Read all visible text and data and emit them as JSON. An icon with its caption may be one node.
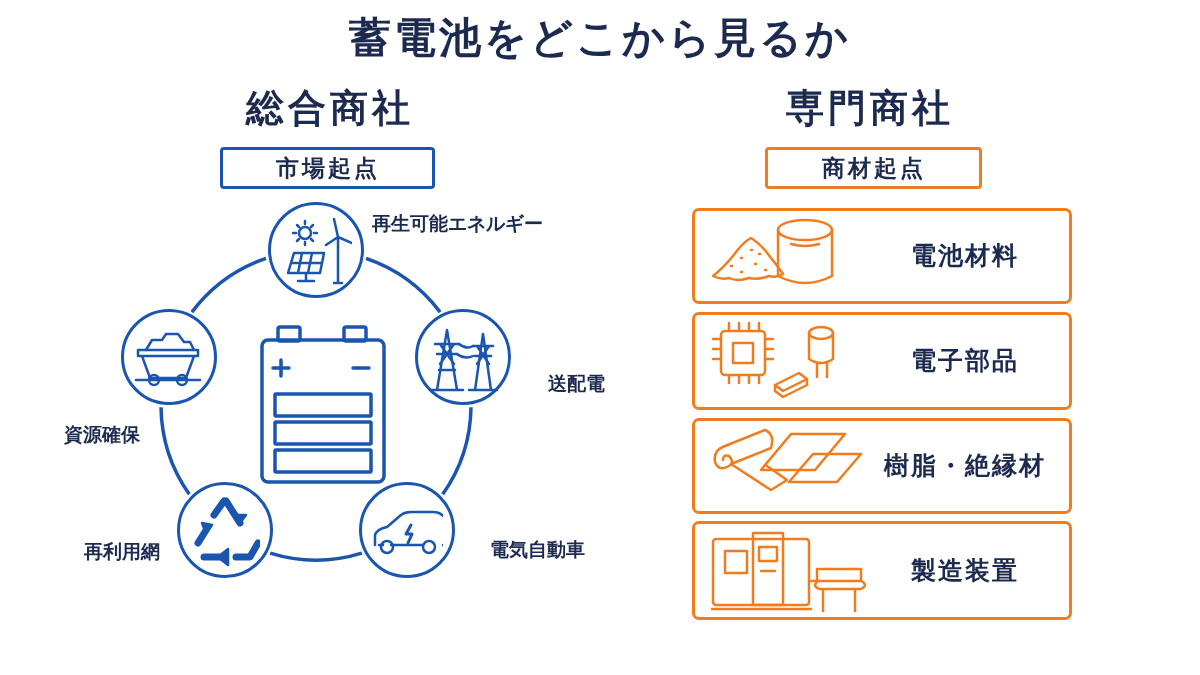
{
  "diagram": {
    "title": "蓄電池をどこから見るか",
    "nodes": [
      {
        "text": [
          "市場起点"
        ]
      },
      {
        "text": [],
        "shape": "circle",
        "beside": [
          "再生可能エネルギー"
        ]
      },
      {
        "text": [],
        "shape": "circle",
        "beside": [
          "送配電"
        ]
      },
      {
        "text": [],
        "shape": "circle",
        "beside": [
          "電気自動車"
        ]
      },
      {
        "text": [],
        "shape": "circle",
        "beside": [
          "再利用網"
        ]
      },
      {
        "text": [],
        "shape": "circle",
        "beside": [
          "資源確保"
        ]
      },
      {
        "text": [
          "商材起点"
        ]
      },
      {
        "text": [
          "電池材料"
        ]
      },
      {
        "text": [
          "電子部品"
        ]
      },
      {
        "text": [
          "樹脂・絶縁材"
        ]
      },
      {
        "text": [
          "製造装置"
        ]
      }
    ],
    "edges": [
      {
        "from": 1,
        "to": 2,
        "arrow": "none"
      },
      {
        "from": 2,
        "to": 3,
        "arrow": "none"
      },
      {
        "from": 3,
        "to": 4,
        "arrow": "none"
      },
      {
        "from": 4,
        "to": 5,
        "arrow": "none"
      },
      {
        "from": 5,
        "to": 1,
        "arrow": "none"
      }
    ],
    "labels": [
      "総合商社",
      "専門商社"
    ]
  }
}
